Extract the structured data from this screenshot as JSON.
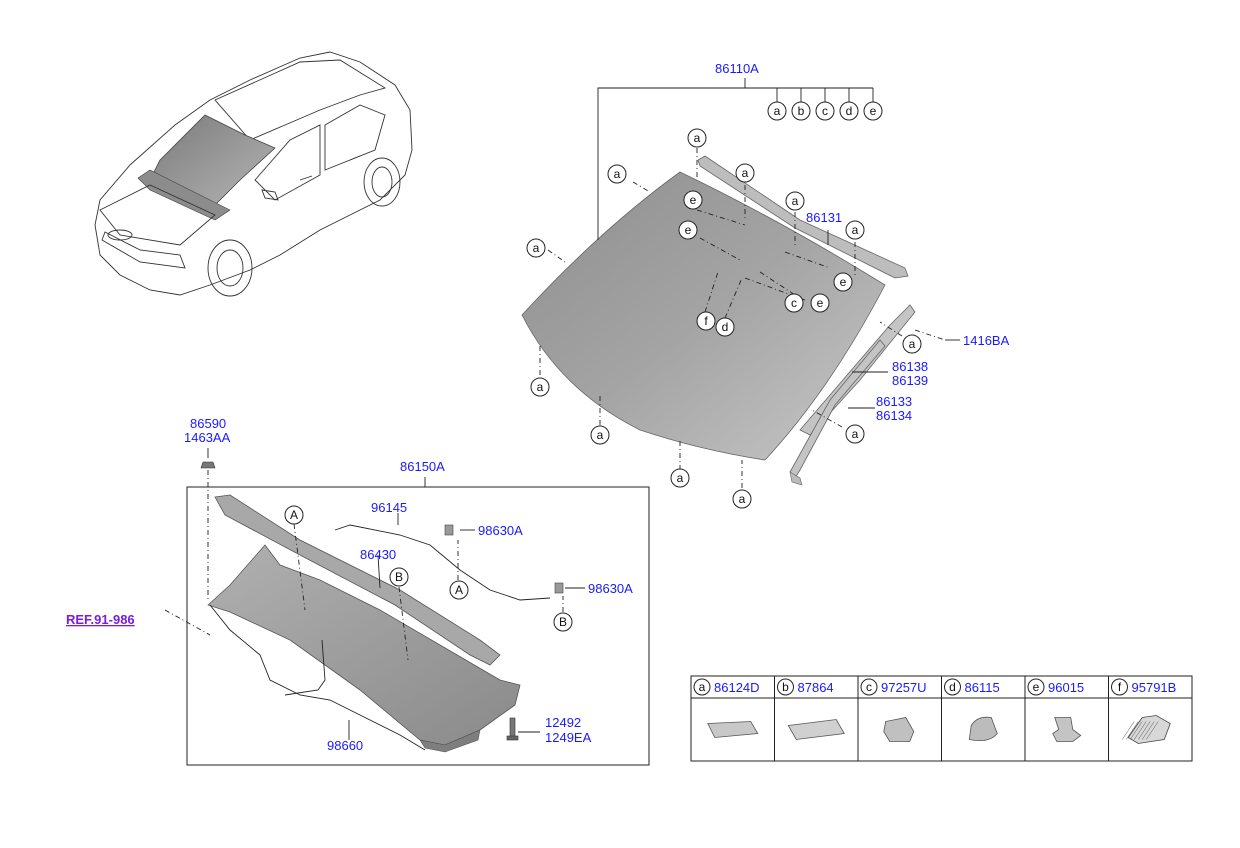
{
  "labels": {
    "windshield": "86110A",
    "molding_top": "86131",
    "clip_side": "1416BA",
    "side_pair_1a": "86138",
    "side_pair_1b": "86139",
    "side_pair_2a": "86133",
    "side_pair_2b": "86134",
    "bolt_a": "86590",
    "bolt_b": "1463AA",
    "cowl_assy": "86150A",
    "hose": "96145",
    "nozzle_1": "98630A",
    "cowl_panel": "86430",
    "nozzle_2": "98630A",
    "ref": "REF.91-986",
    "screw_a": "12492",
    "screw_b": "1249EA",
    "hose_lower": "98660"
  },
  "callout_letters": {
    "a": "a",
    "b": "b",
    "c": "c",
    "d": "d",
    "e": "e",
    "f": "f",
    "A": "A",
    "B": "B"
  },
  "legend": [
    {
      "letter": "a",
      "part": "86124D",
      "icon": "rect-pad-icon"
    },
    {
      "letter": "b",
      "part": "87864",
      "icon": "flat-tape-icon"
    },
    {
      "letter": "c",
      "part": "97257U",
      "icon": "clip-block-icon"
    },
    {
      "letter": "d",
      "part": "86115",
      "icon": "rounded-pad-icon"
    },
    {
      "letter": "e",
      "part": "96015",
      "icon": "bracket-icon"
    },
    {
      "letter": "f",
      "part": "95791B",
      "icon": "mesh-bracket-icon"
    }
  ],
  "colors": {
    "part_number": "#1a1aff",
    "ref_link": "#7a1fd6",
    "glass": "#9a9a9a"
  }
}
